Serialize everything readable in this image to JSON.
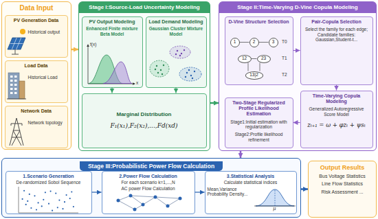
{
  "diagram": {
    "nodes": [
      {
        "text": [
          "Data Input"
        ]
      },
      {
        "text": [
          "PV Generation Data",
          "Historical output"
        ],
        "in": 0
      },
      {
        "text": [
          "Load Data",
          "Historical Load"
        ],
        "in": 0
      },
      {
        "text": [
          "Network Data",
          "Network topology"
        ],
        "in": 0
      },
      {
        "text": [
          "Stage I:Source-Load Uncertainty Modeling"
        ]
      },
      {
        "text": [
          "PV Output Modeling",
          "Enhanced Finite mixture Beta Model"
        ],
        "in": 4
      },
      {
        "text": [
          "Load Demand Modeling",
          "Gaussian Cluster Mixture Model"
        ],
        "in": 4
      },
      {
        "text": [
          "Marginal Distribution",
          "F₁(x₁),F₂(x₂),...,Fd(xd)"
        ],
        "in": 4
      },
      {
        "text": [
          "Stage II:Time-Varying D-Vine Copula Modeling"
        ]
      },
      {
        "text": [
          "D-Vine Structure Selection"
        ],
        "in": 8
      },
      {
        "text": [
          "1"
        ],
        "in": 9
      },
      {
        "text": [
          "2"
        ],
        "in": 9
      },
      {
        "text": [
          "3"
        ],
        "in": 9
      },
      {
        "text": [
          "12"
        ],
        "in": 9
      },
      {
        "text": [
          "23"
        ],
        "in": 9
      },
      {
        "text": [
          "13|2"
        ],
        "in": 9
      },
      {
        "text": [
          "Pair-Copula Selection",
          "Select the family for each edge; Candidate families: Gaussian,Student-t..."
        ],
        "in": 8
      },
      {
        "text": [
          "Time-Varying Copula Modeling",
          "Generalized Autoregressive Score Model",
          "zₜ₊₁ = ω + φzₜ + ψsₜ"
        ],
        "in": 8
      },
      {
        "text": [
          "Two-Stage Regularized Profile Likelihood Estimation",
          "Stage1:Initial estimation with regularization",
          "Stage2:Profile likelihood refinement"
        ],
        "in": 8
      },
      {
        "text": [
          "Stage III:Probabilistic Power Flow Calculation"
        ]
      },
      {
        "text": [
          "1.Scenario Generation",
          "De-randomized Sobol Sequence"
        ],
        "in": 19
      },
      {
        "text": [
          "2.Power Flow Calculation",
          "For each scenario k=1,...,N",
          "AC power Flow Calculation"
        ],
        "in": 19
      },
      {
        "text": [
          "3.Statistical Analysis",
          "Calculate statistical indices",
          "Mean,Variance Probability Density..."
        ],
        "in": 19
      },
      {
        "text": [
          "Output Results",
          "Bus Voltage Statistics",
          "Line Flow Statistics",
          "Risk Assessment ..."
        ]
      }
    ],
    "edges": [
      {
        "from": 0,
        "to": 4,
        "arrow": "to"
      },
      {
        "from": 4,
        "to": 8,
        "arrow": "to"
      },
      {
        "from": 5,
        "to": 7,
        "arrow": "to"
      },
      {
        "from": 6,
        "to": 7,
        "arrow": "to"
      },
      {
        "from": 9,
        "to": 16,
        "arrow": "to"
      },
      {
        "from": 16,
        "to": 17,
        "arrow": "to"
      },
      {
        "from": 17,
        "to": 18,
        "arrow": "to"
      },
      {
        "from": 10,
        "to": 11,
        "arrow": "none"
      },
      {
        "from": 11,
        "to": 12,
        "arrow": "none"
      },
      {
        "from": 13,
        "to": 14,
        "arrow": "none"
      },
      {
        "from": 13,
        "to": 15,
        "arrow": "none"
      },
      {
        "from": 14,
        "to": 15,
        "arrow": "none"
      },
      {
        "from": 8,
        "to": 19,
        "arrow": "to"
      },
      {
        "from": 20,
        "to": 21,
        "arrow": "to"
      },
      {
        "from": 21,
        "to": 22,
        "arrow": "to"
      },
      {
        "from": 19,
        "to": 23,
        "arrow": "to"
      }
    ],
    "labels": [
      "f(x)",
      "x",
      "T0",
      "T1",
      "T2",
      "μ"
    ]
  }
}
